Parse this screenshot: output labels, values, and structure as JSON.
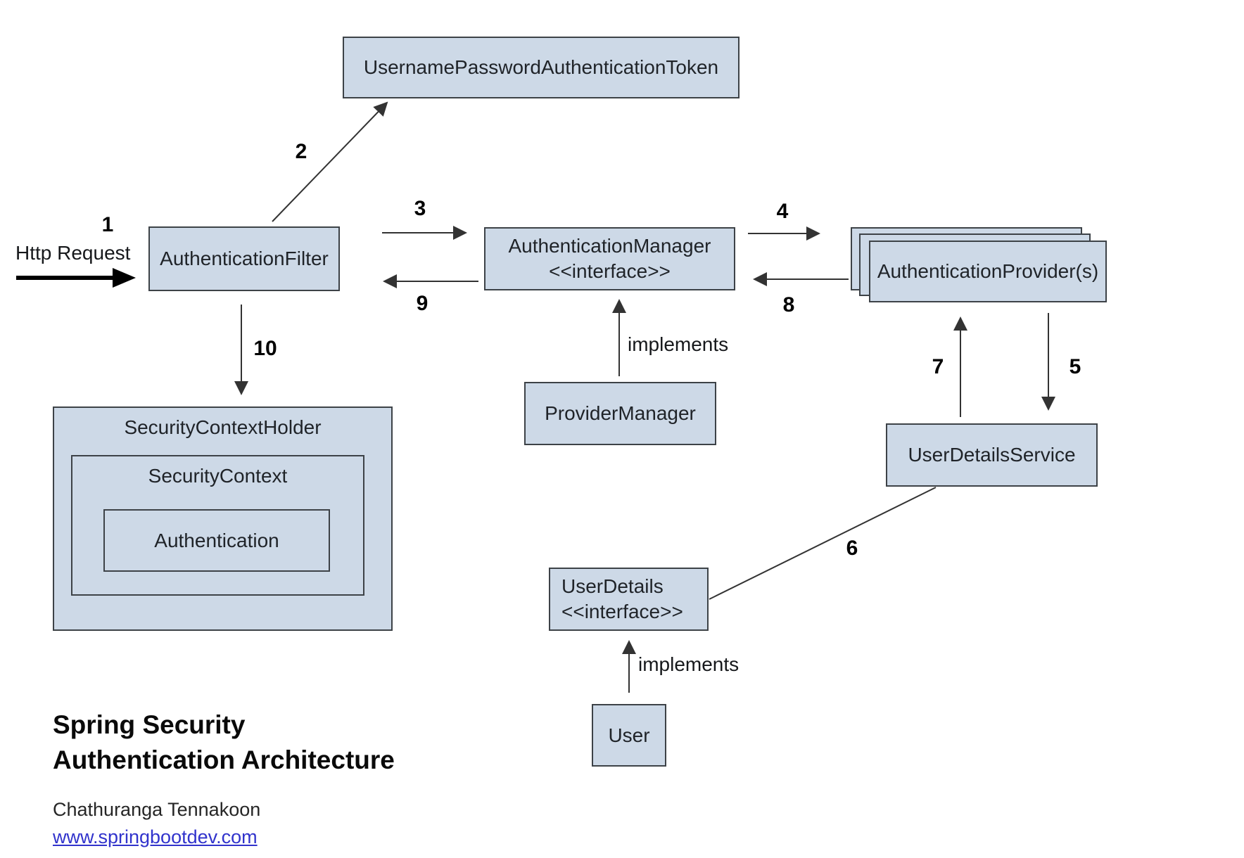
{
  "diagram": {
    "nodes": {
      "token": {
        "label": "UsernamePasswordAuthenticationToken"
      },
      "auth_filter": {
        "label": "AuthenticationFilter"
      },
      "auth_manager": {
        "label": "AuthenticationManager",
        "stereotype": "<<interface>>"
      },
      "providers": {
        "label": "AuthenticationProvider(s)"
      },
      "provider_manager": {
        "label": "ProviderManager"
      },
      "security_context_holder": {
        "label": "SecurityContextHolder"
      },
      "security_context": {
        "label": "SecurityContext"
      },
      "authentication": {
        "label": "Authentication"
      },
      "user_details_service": {
        "label": "UserDetailsService"
      },
      "user_details": {
        "label": "UserDetails",
        "stereotype": "<<interface>>"
      },
      "user": {
        "label": "User"
      }
    },
    "edge_labels": {
      "step1": "1",
      "step2": "2",
      "step3": "3",
      "step4": "4",
      "step5": "5",
      "step6": "6",
      "step7": "7",
      "step8": "8",
      "step9": "9",
      "step10": "10",
      "http_request": "Http Request",
      "implements_provider_manager": "implements",
      "implements_user": "implements"
    },
    "colors": {
      "node_fill": "#cdd9e7",
      "node_border": "#3d4247",
      "connector": "#333333",
      "text": "#1f2328",
      "link": "#3133cc"
    }
  },
  "footer": {
    "title_line1": "Spring Security",
    "title_line2": "Authentication Architecture",
    "author": "Chathuranga Tennakoon",
    "website": "www.springbootdev.com"
  }
}
